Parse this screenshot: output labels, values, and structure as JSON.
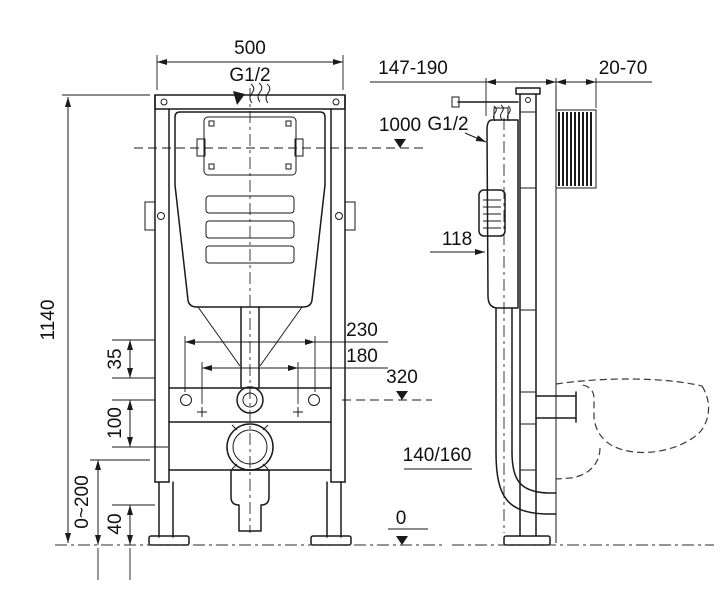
{
  "front_view": {
    "width": "500",
    "inlet_thread": "G1/2",
    "height": "1140",
    "water_level": "1000",
    "bolt_span_outer": "230",
    "bolt_span_inner": "180",
    "outlet_height": "320",
    "dim_35": "35",
    "dim_100": "100",
    "leg_adjust": "0~200",
    "dim_40": "40",
    "drain_diameter": "140/160",
    "floor_level": "0"
  },
  "side_view": {
    "depth_range": "147-190",
    "wall_thickness": "20-70",
    "inlet_thread": "G1/2",
    "dim_118": "118"
  }
}
